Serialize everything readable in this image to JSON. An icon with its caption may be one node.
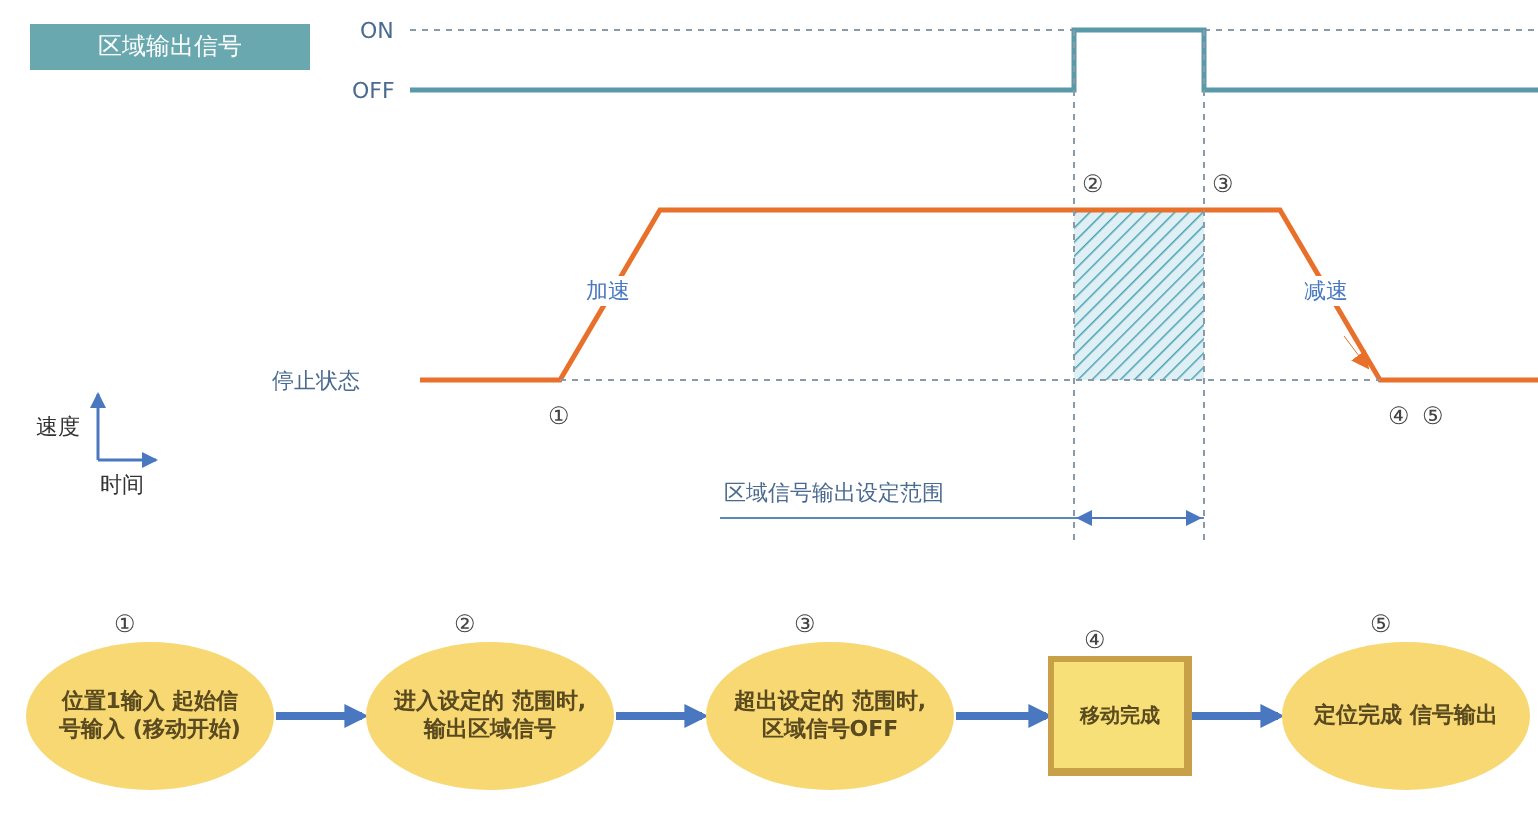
{
  "diagram": {
    "nodes": [
      {
        "text": [
          "区域输出信号"
        ]
      },
      {
        "text": [
          "位置1输入 起始信号输入 (移动开始)"
        ],
        "beside": [
          "①"
        ]
      },
      {
        "text": [
          "进入设定的 范围时, 输出区域信号"
        ],
        "beside": [
          "②"
        ]
      },
      {
        "text": [
          "超出设定的 范围时, 区域信号OFF"
        ],
        "beside": [
          "③"
        ]
      },
      {
        "text": [
          "移动完成"
        ],
        "beside": [
          "④"
        ]
      },
      {
        "text": [
          "定位完成 信号输出"
        ],
        "beside": [
          "⑤"
        ]
      }
    ],
    "edges": [
      {
        "from": 1,
        "to": 2,
        "arrow": "to"
      },
      {
        "from": 2,
        "to": 3,
        "arrow": "to"
      },
      {
        "from": 3,
        "to": 4,
        "arrow": "to"
      },
      {
        "from": 4,
        "to": 5,
        "arrow": "to"
      }
    ],
    "labels": [
      "ON",
      "OFF",
      "②",
      "③",
      "加速",
      "减速",
      "停止状态",
      "①",
      "④",
      "⑤",
      "速度",
      "时间",
      "区域信号输出设定范围"
    ]
  }
}
